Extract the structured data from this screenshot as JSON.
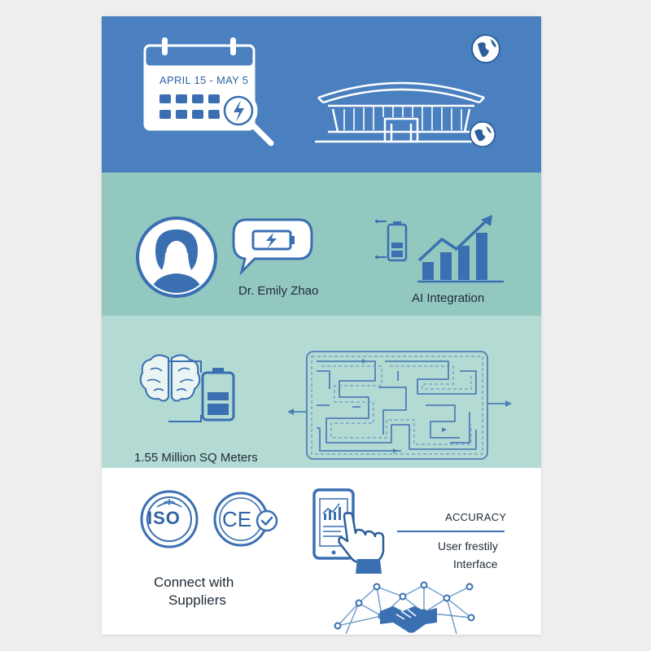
{
  "calendar": {
    "date_range": "APRIL 15 - MAY 5"
  },
  "speaker": {
    "name": "Dr. Emily Zhao"
  },
  "feature": {
    "label": "AI Integration"
  },
  "venue": {
    "area": "1.55 Million SQ Meters"
  },
  "certifications": {
    "iso_label": "ISO",
    "ce_label": "CE"
  },
  "suppliers": {
    "line1": "Connect with",
    "line2": "Suppliers"
  },
  "interface": {
    "title": "ACCURACY",
    "line1": "User frestily",
    "line2": "Interface"
  },
  "icons": [
    "calendar-icon",
    "magnifier-icon",
    "lightning-icon",
    "stadium-icon",
    "globe-icon",
    "avatar-icon",
    "speech-bubble-icon",
    "battery-icon",
    "growth-chart-icon",
    "brain-icon",
    "maze-icon",
    "iso-seal-icon",
    "ce-seal-icon",
    "check-icon",
    "tablet-icon",
    "pointing-hand-icon",
    "handshake-icon",
    "network-icon"
  ],
  "colors": {
    "band_blue": "#4a80bf",
    "band_teal": "#93c8c1",
    "band_mint": "#b3dbd3",
    "accent_blue": "#3a6fb2",
    "text_dark": "#1f2b37"
  }
}
